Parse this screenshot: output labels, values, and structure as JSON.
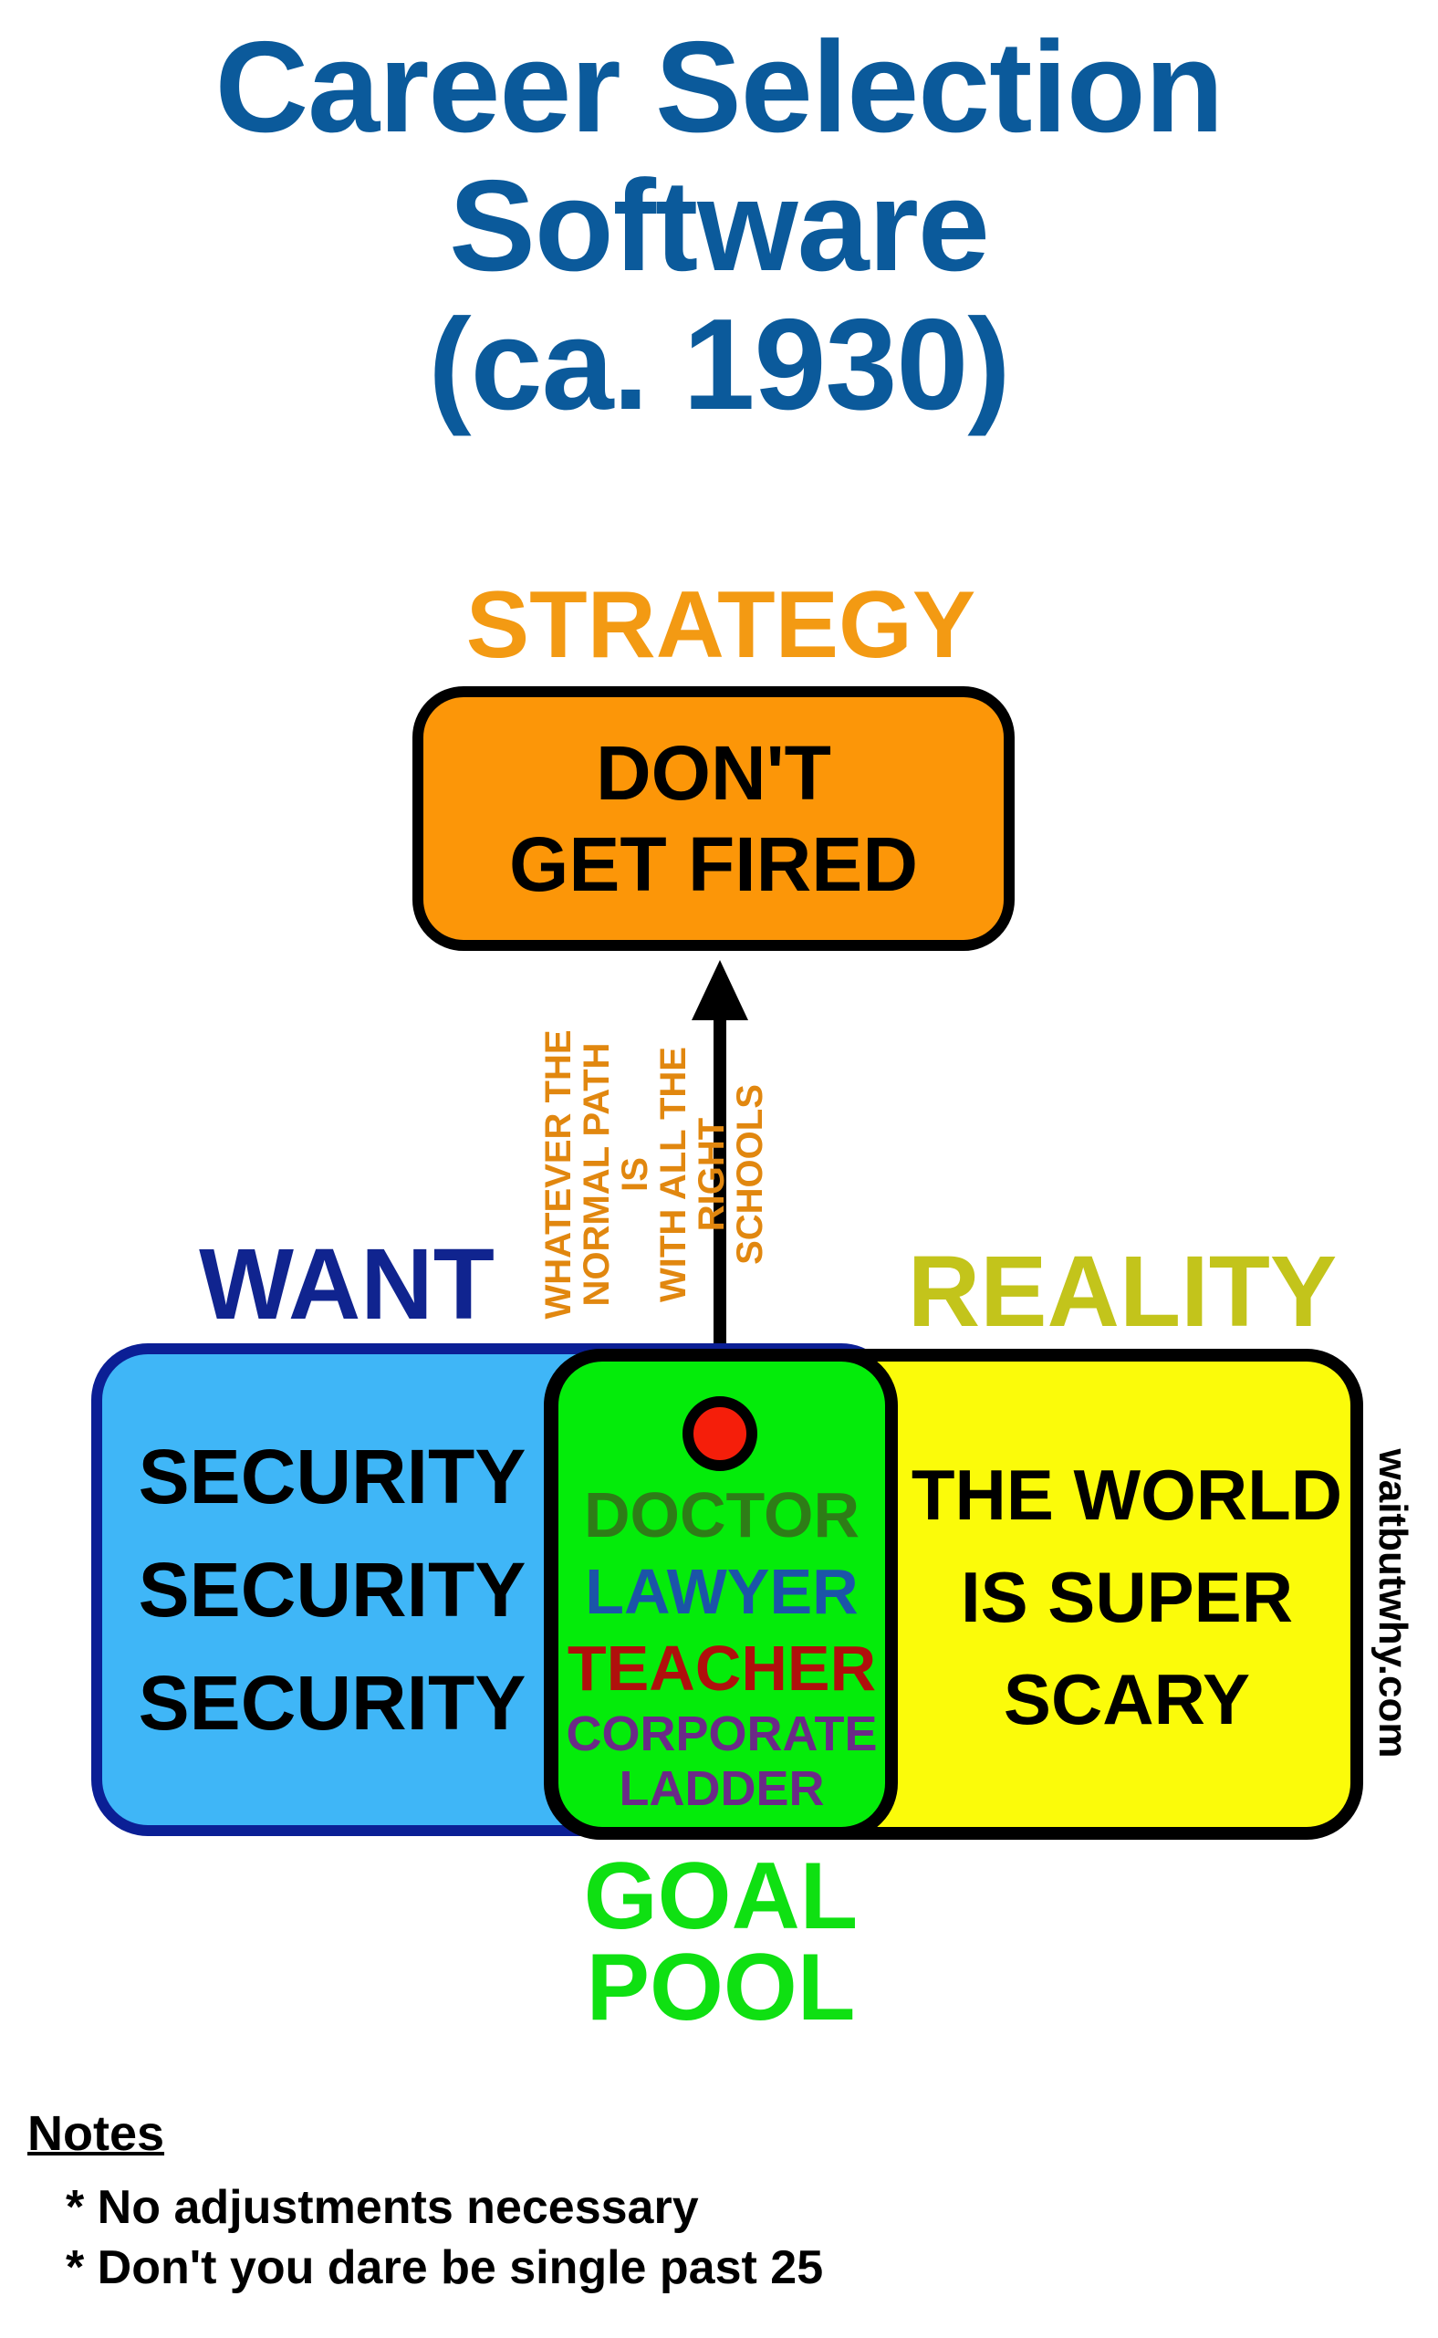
{
  "title": {
    "line1": "Career Selection",
    "line2": "Software",
    "line3": "(ca. 1930)"
  },
  "strategy": {
    "heading": "STRATEGY",
    "box_line1": "DON'T",
    "box_line2": "GET FIRED"
  },
  "path_note": {
    "line1": "WHATEVER THE",
    "line2": "NORMAL PATH IS",
    "line3": "WITH ALL THE",
    "line4": "RIGHT SCHOOLS"
  },
  "want": {
    "heading": "WANT",
    "items": [
      "SECURITY",
      "SECURITY",
      "SECURITY"
    ]
  },
  "reality": {
    "heading": "REALITY",
    "line1": "THE WORLD",
    "line2": "IS SUPER",
    "line3": "SCARY"
  },
  "goal": {
    "items": [
      "DOCTOR",
      "LAWYER",
      "TEACHER",
      "CORPORATE",
      "LADDER"
    ],
    "heading_line1": "GOAL",
    "heading_line2": "POOL"
  },
  "watermark": "waitbutwhy.com",
  "notes": {
    "heading": "Notes",
    "items": [
      "* No adjustments necessary",
      "* Don't you dare be single past 25"
    ]
  },
  "colors": {
    "title": "#0b5a9b",
    "strategy": "#fc9608",
    "want_box": "#3fb6f7",
    "want_heading": "#10248f",
    "reality_box": "#fbfb0a",
    "reality_heading": "#c3c41b",
    "goal_box": "#04ec0a",
    "goal_heading": "#0fe012",
    "dot": "#f51e0a",
    "doctor": "#2e7d17",
    "lawyer": "#1b55a8",
    "teacher": "#b0100c",
    "corporate_ladder": "#6b2a87"
  }
}
